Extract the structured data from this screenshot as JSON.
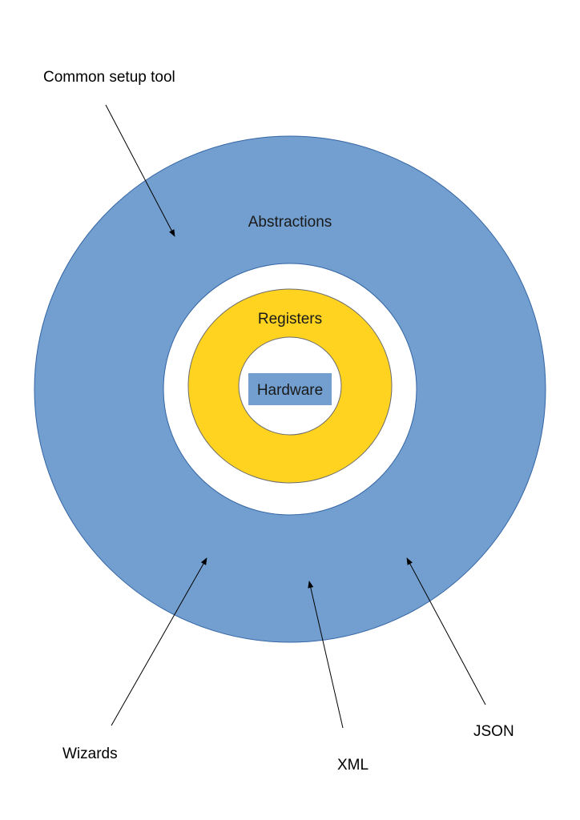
{
  "diagram": {
    "colors": {
      "outer_ring": "#729fcf",
      "outer_ring_stroke": "#3465a4",
      "gap": "#ffffff",
      "middle_ring": "#ffd320",
      "middle_ring_stroke": "#8a7a3a",
      "core_fill": "#ffffff",
      "hardware_box": "#729fcf",
      "arrow": "#000000"
    },
    "rings": {
      "outer_label": "Abstractions",
      "middle_label": "Registers",
      "inner_label": "Hardware"
    },
    "callouts": {
      "common_setup_tool": "Common setup tool",
      "wizards": "Wizards",
      "xml": "XML",
      "json": "JSON"
    }
  }
}
